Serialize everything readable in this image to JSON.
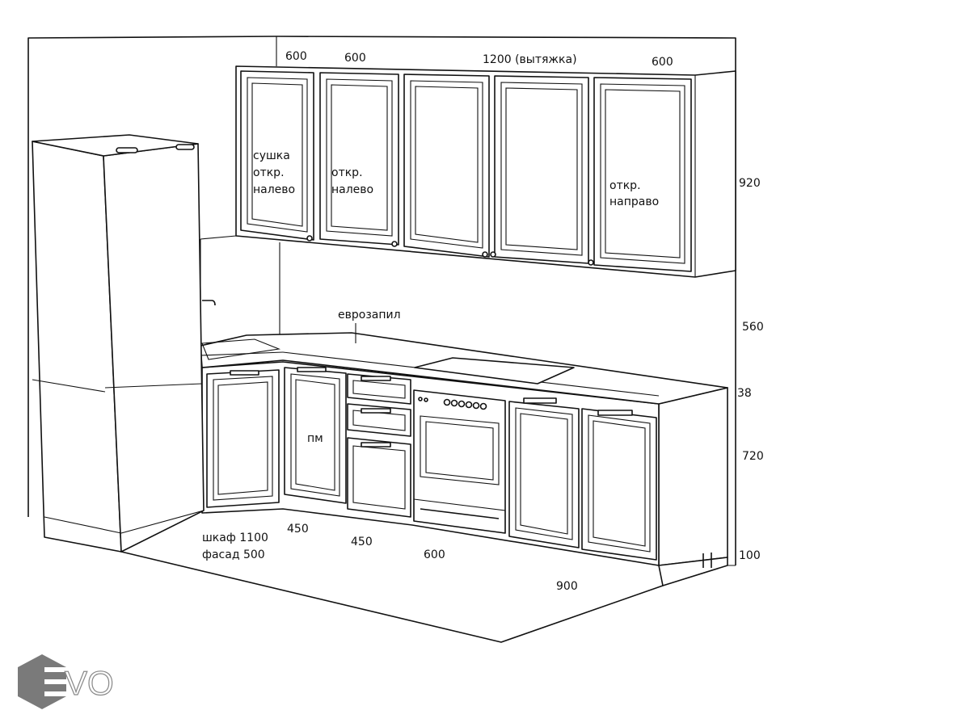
{
  "title": "Kitchen layout sketch",
  "upper_labels": {
    "w1": "600",
    "w2": "600",
    "w3": "1200 (вытяжка)",
    "w4": "600",
    "door1_l1": "сушка",
    "door1_l2": "откр.",
    "door1_l3": "налево",
    "door2_l1": "откр.",
    "door2_l2": "налево",
    "door5_l1": "откр.",
    "door5_l2": "направо"
  },
  "heights": {
    "upper": "920",
    "gap": "560",
    "counter": "38",
    "base": "720",
    "plinth": "100"
  },
  "base_labels": {
    "eurojoint": "еврозапил",
    "pm": "пм",
    "corner_l1": "шкаф 1100",
    "corner_l2": "фасад 500",
    "b1": "450",
    "b2": "450",
    "b3": "600",
    "b4": "900"
  },
  "logo": {
    "text": "EVO",
    "color": "#7a7a7a"
  }
}
